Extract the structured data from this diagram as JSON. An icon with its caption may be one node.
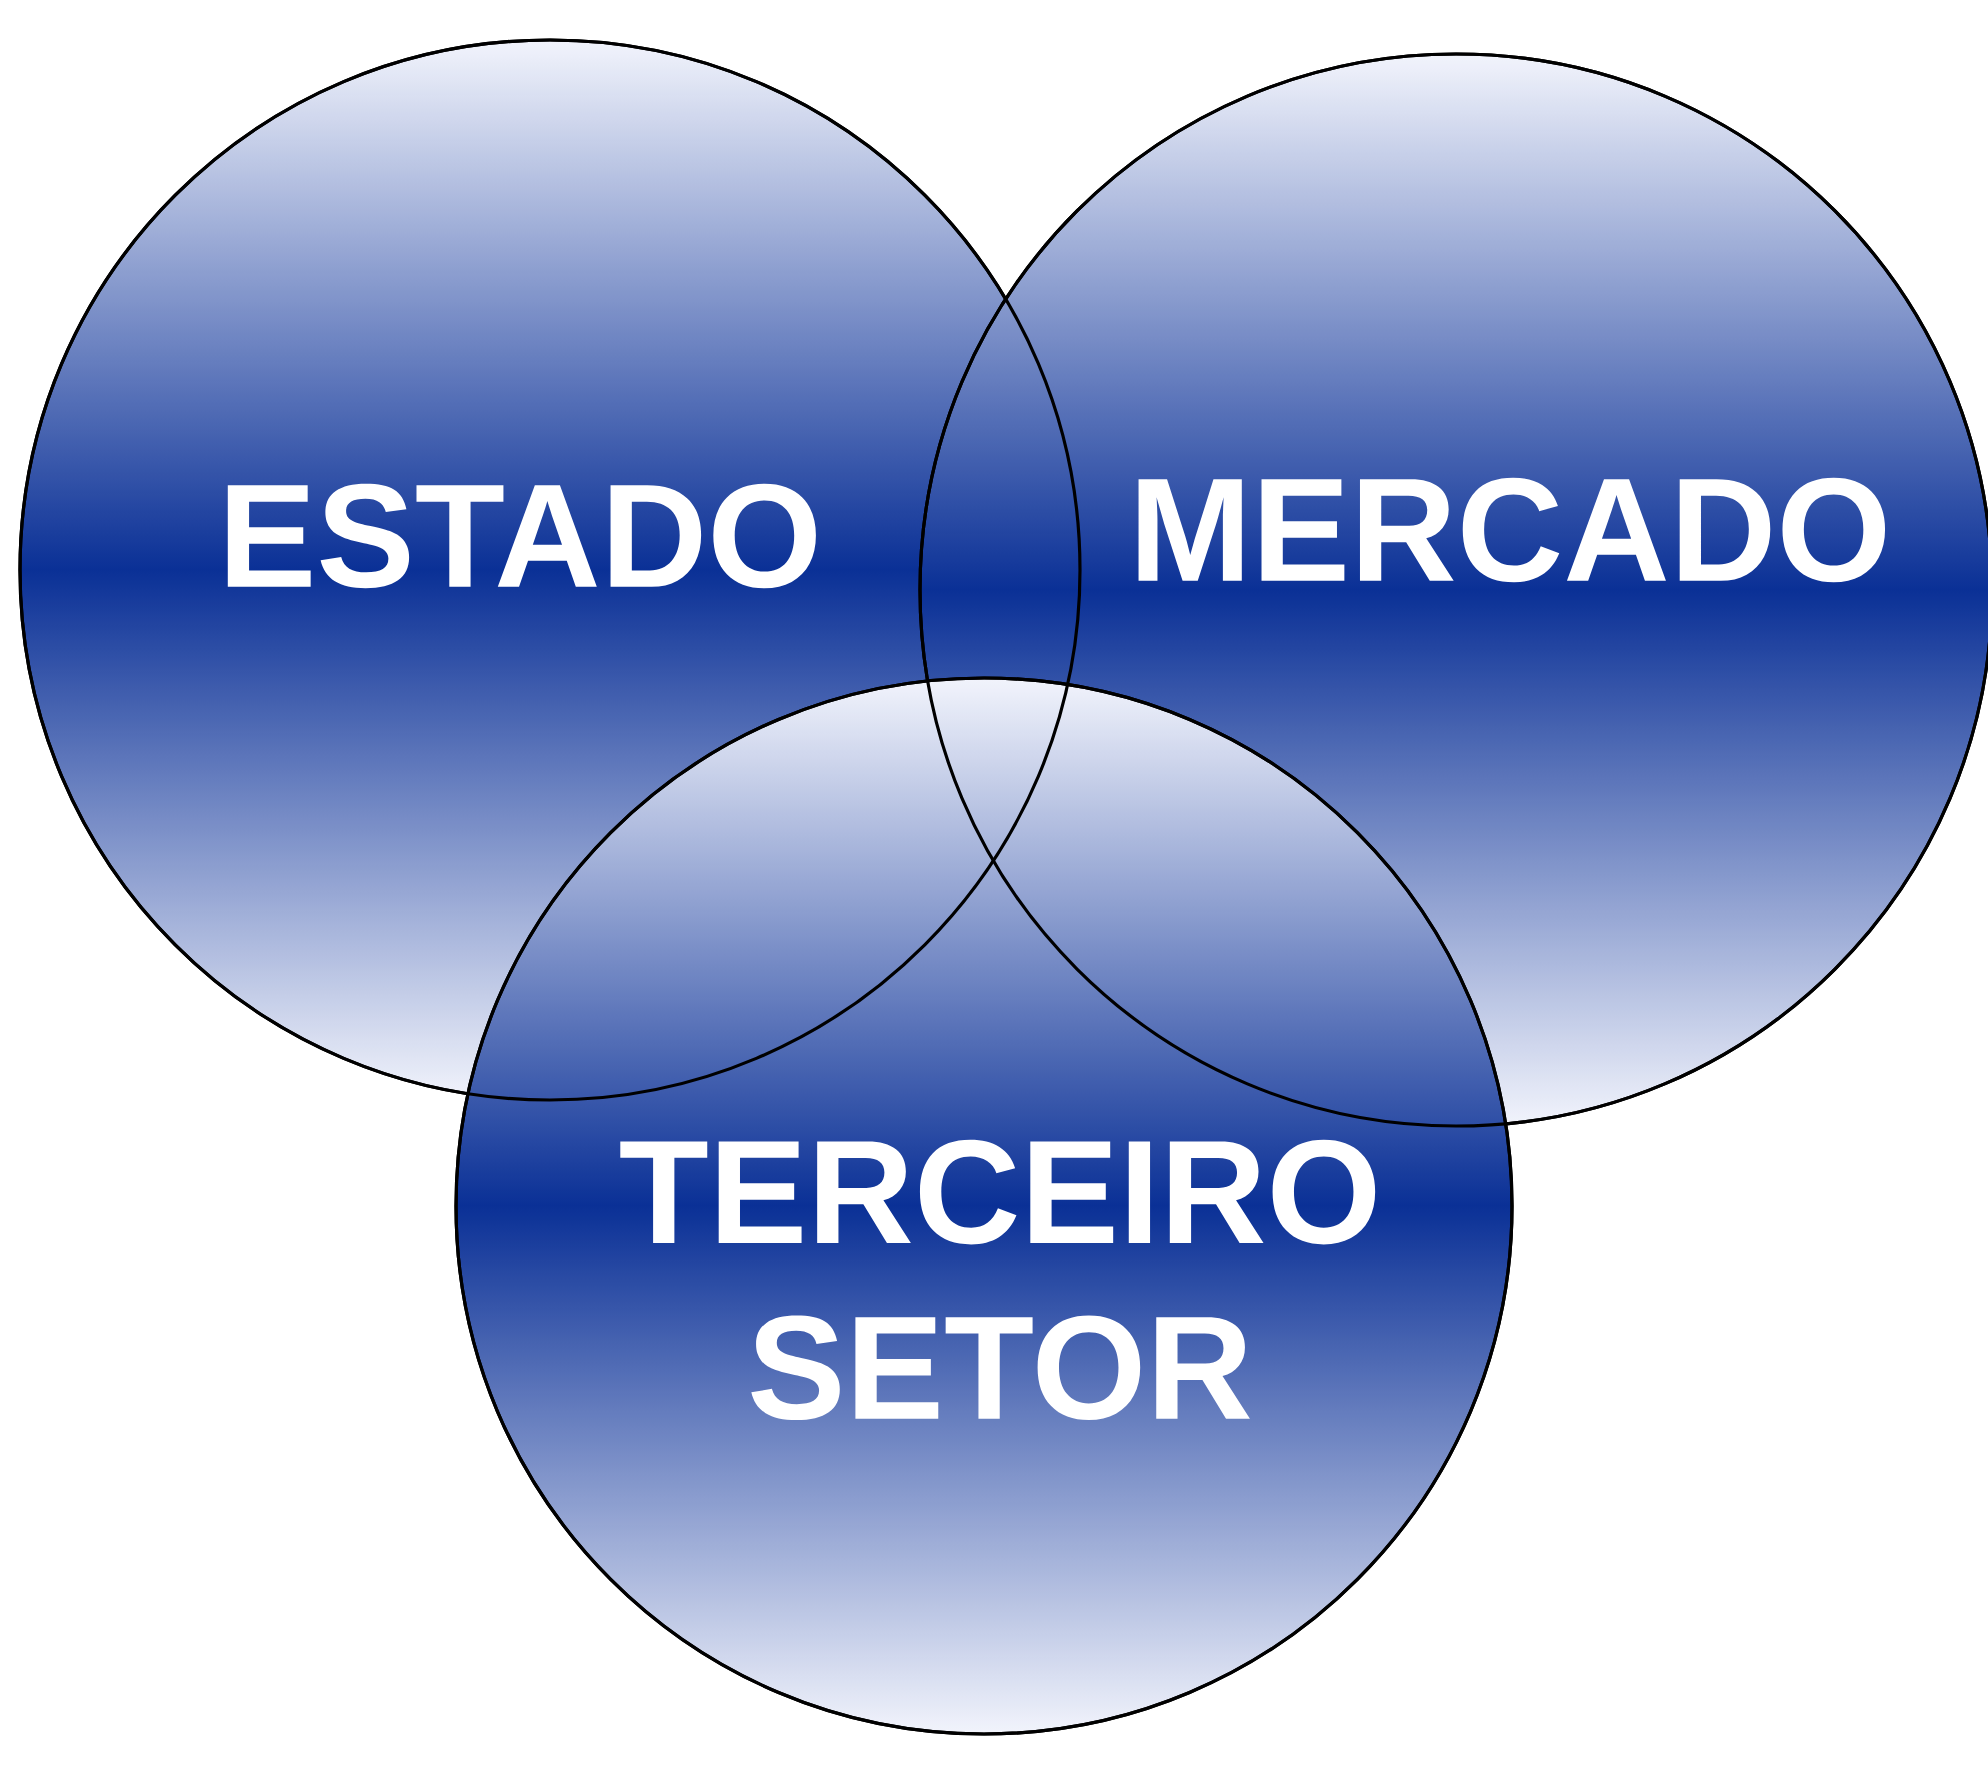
{
  "diagram": {
    "nodes": [
      {
        "text": [
          "ESTADO"
        ]
      },
      {
        "text": [
          "MERCADO"
        ]
      },
      {
        "text": [
          "TERCEIRO SETOR"
        ]
      }
    ]
  }
}
